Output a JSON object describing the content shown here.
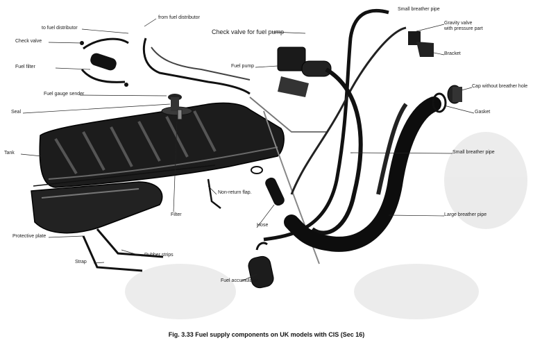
{
  "caption": "Fig. 3.33 Fuel supply components on UK models with CIS (Sec 16)",
  "labels": {
    "to_fuel_distributor": "to fuel distributor",
    "from_fuel_distributor": "from fuel distributor",
    "check_valve": "Check valve",
    "fuel_filter": "Fuel filter",
    "fuel_gauge_sender": "Fuel gauge sender",
    "seal": "Seal",
    "tank": "Tank",
    "protective_plate": "Protective plate",
    "strap": "Strap",
    "rubber_strips": "Rubber strips",
    "filter": "Filter",
    "non_return_flap": "Non-return flap.",
    "hose": "Hose",
    "fuel_accumulator": "Fuel accumulator",
    "check_valve_fuel_pump": "Check valve for fuel pump",
    "fuel_pump": "Fuel pump",
    "small_breather_pipe_top": "Small breather pipe",
    "gravity_valve": "Gravity valve\nwith pressure part",
    "bracket": "Bracket",
    "cap": "Cap without breather hole",
    "gasket": "Gasket",
    "small_breather_pipe_mid": "Small breather pipe",
    "large_breather_pipe": "Large breather pipe"
  }
}
